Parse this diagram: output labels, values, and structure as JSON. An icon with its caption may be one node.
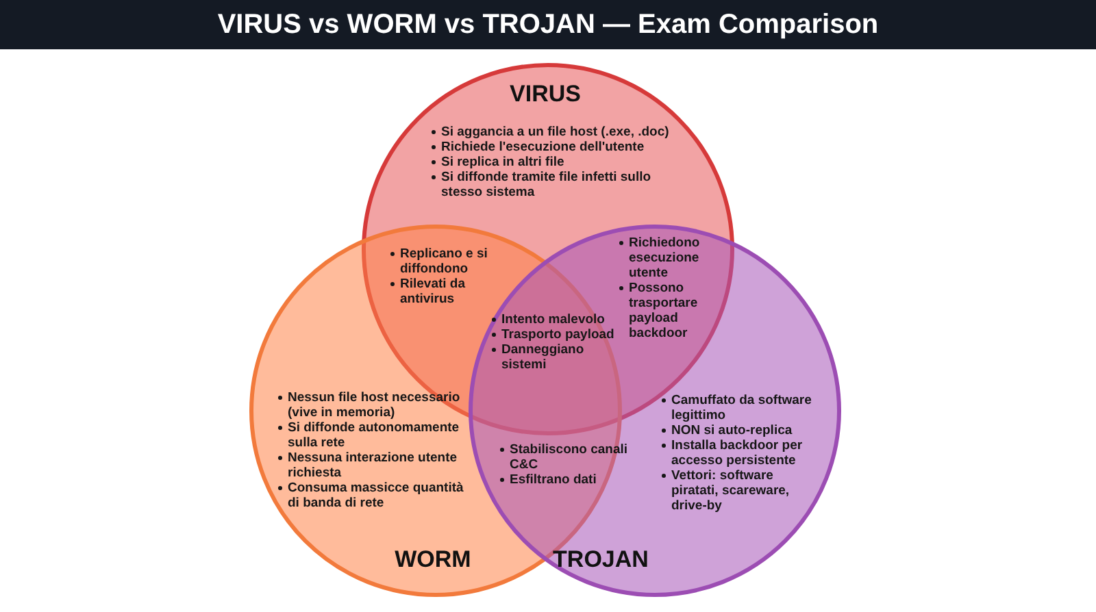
{
  "diagram": {
    "title": "VIRUS vs WORM vs TROJAN — Exam Comparison",
    "nodes": [
      {
        "text": [
          "VIRUS",
          "Si aggancia a un file host (.exe, .doc)",
          "Richiede l'esecuzione dell'utente",
          "Si replica in altri file",
          "Si diffonde tramite file infetti sullo stesso sistema"
        ]
      },
      {
        "text": [
          "Nessun file host necessario (vive in memoria)",
          "Si diffonde autonomamente sulla rete",
          "Nessuna interazione utente richiesta",
          "Consuma massicce quantità di banda di rete",
          "WORM"
        ]
      },
      {
        "text": [
          "Camuffato da software legittimo",
          "NON si auto-replica",
          "Installa backdoor per accesso persistente",
          "Vettori: software piratati, scareware, drive-by",
          "TROJAN"
        ]
      }
    ],
    "labels": [
      "Replicano e si diffondono",
      "Rilevati da antivirus",
      "Richiedono esecuzione utente",
      "Possono trasportare payload backdoor",
      "Intento malevolo",
      "Trasporto payload",
      "Danneggiano sistemi",
      "Stabiliscono canali C&C",
      "Esfiltrano dati"
    ]
  }
}
